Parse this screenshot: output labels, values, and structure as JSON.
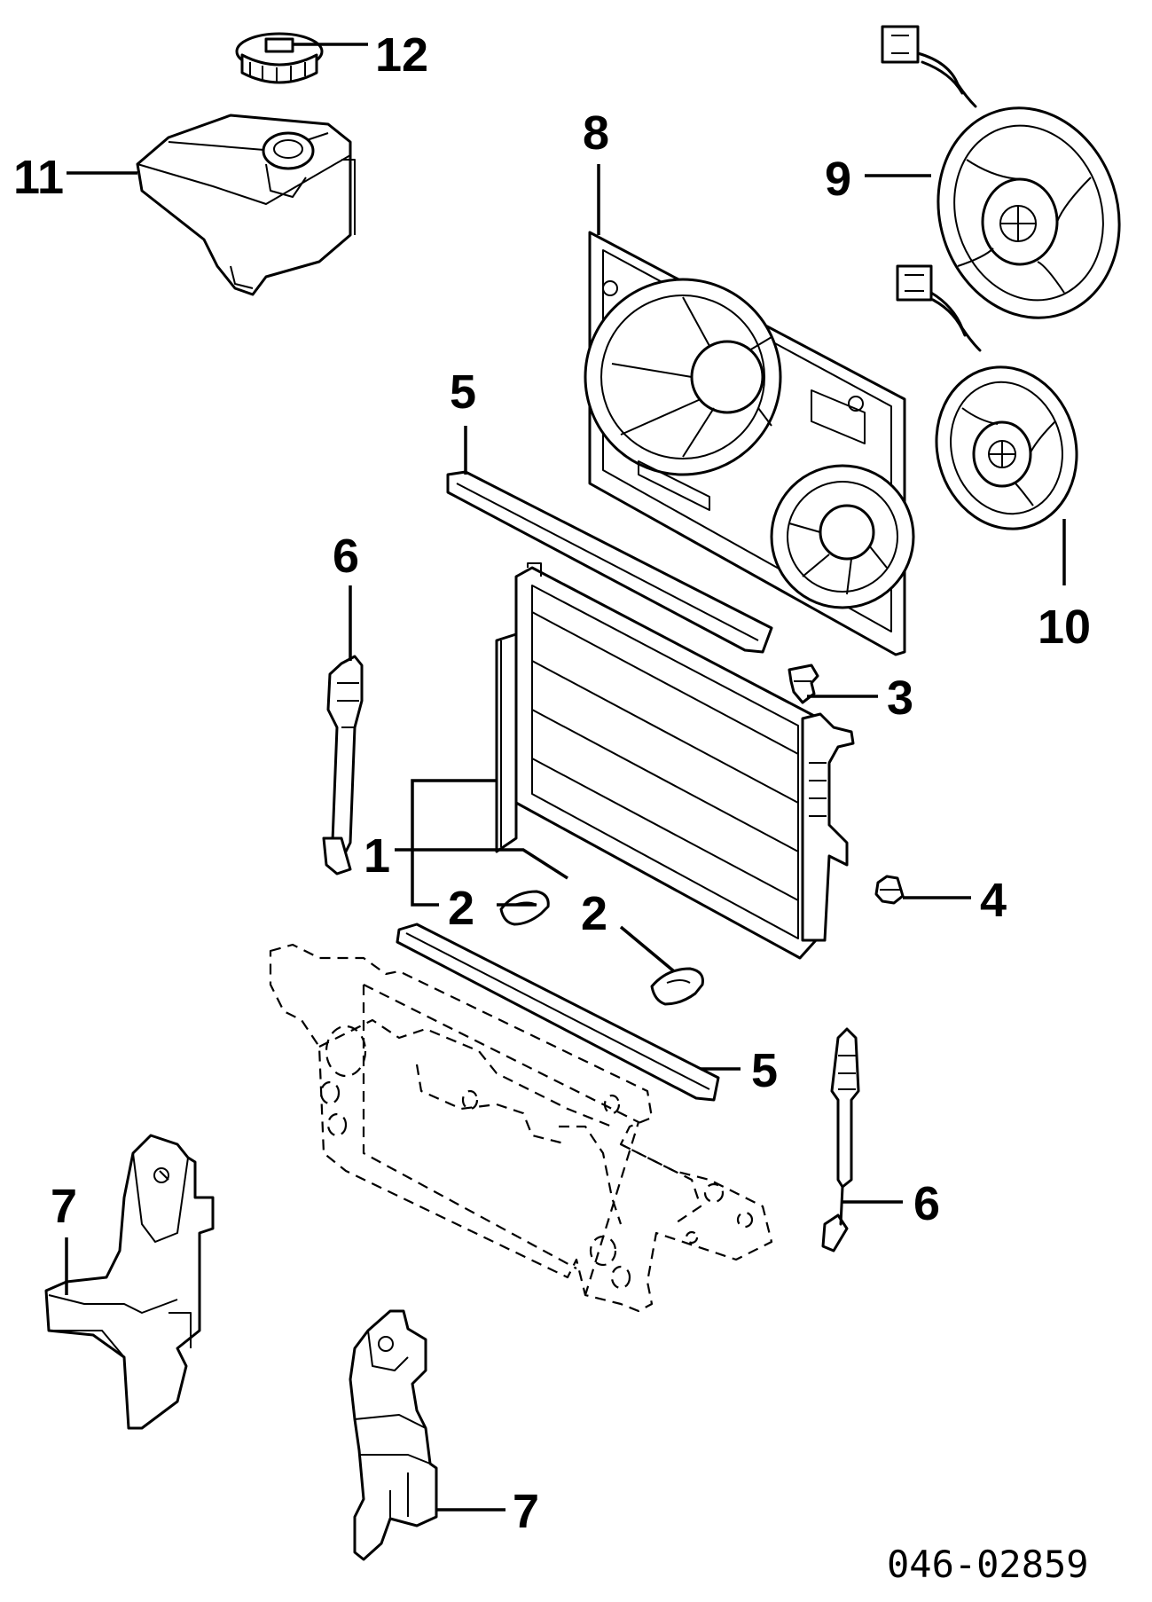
{
  "callouts": {
    "c1": "1",
    "c2a": "2",
    "c2b": "2",
    "c3": "3",
    "c4": "4",
    "c5a": "5",
    "c5b": "5",
    "c6a": "6",
    "c6b": "6",
    "c7a": "7",
    "c7b": "7",
    "c8": "8",
    "c9": "9",
    "c10": "10",
    "c11": "11",
    "c12": "12"
  },
  "reference_code": "046-02859"
}
